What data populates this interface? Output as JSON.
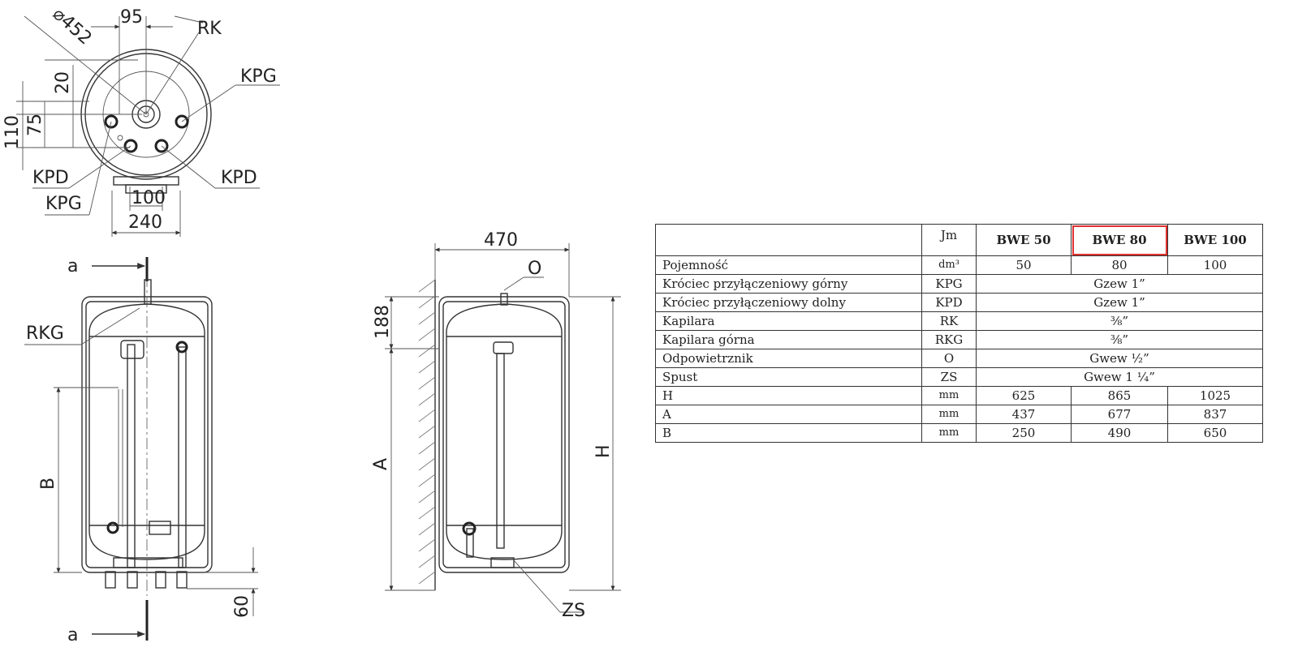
{
  "drawing": {
    "top_view": {
      "diameter_label": "⌀452",
      "dim_95": "95",
      "dim_20": "20",
      "dim_110": "110",
      "dim_75": "75",
      "dim_100": "100",
      "dim_240": "240",
      "rk": "RK",
      "kpg_right": "KPG",
      "kpd_left": "KPD",
      "kpd_right": "KPD",
      "kpg_left": "KPG"
    },
    "front_view": {
      "section_top": "a",
      "section_bottom": "a",
      "rkg": "RKG",
      "dim_b": "B",
      "dim_60": "60"
    },
    "side_view": {
      "dim_470": "470",
      "o": "O",
      "dim_188": "188",
      "dim_a": "A",
      "dim_h": "H",
      "zs": "ZS"
    }
  },
  "table": {
    "header": {
      "blank": "",
      "unit": "Jm",
      "models": [
        "BWE 50",
        "BWE 80",
        "BWE 100"
      ],
      "highlighted_index": 1
    },
    "rows": [
      {
        "label": "Pojemność",
        "unit": "dm³",
        "values": [
          "50",
          "80",
          "100"
        ]
      },
      {
        "label": "Króciec przyłączeniowy górny",
        "unit": "KPG",
        "shared": "Gzew 1”"
      },
      {
        "label": "Króciec przyłączeniowy dolny",
        "unit": "KPD",
        "shared": "Gzew 1”"
      },
      {
        "label": "Kapilara",
        "unit": "RK",
        "shared": "⅜”"
      },
      {
        "label": "Kapilara górna",
        "unit": "RKG",
        "shared": "⅜”"
      },
      {
        "label": "Odpowietrznik",
        "unit": "O",
        "shared": "Gwew ½”"
      },
      {
        "label": "Spust",
        "unit": "ZS",
        "shared": "Gwew 1 ¼”"
      },
      {
        "label": "H",
        "unit": "mm",
        "values": [
          "625",
          "865",
          "1025"
        ]
      },
      {
        "label": "A",
        "unit": "mm",
        "values": [
          "437",
          "677",
          "837"
        ]
      },
      {
        "label": "B",
        "unit": "mm",
        "values": [
          "250",
          "490",
          "650"
        ]
      }
    ]
  }
}
